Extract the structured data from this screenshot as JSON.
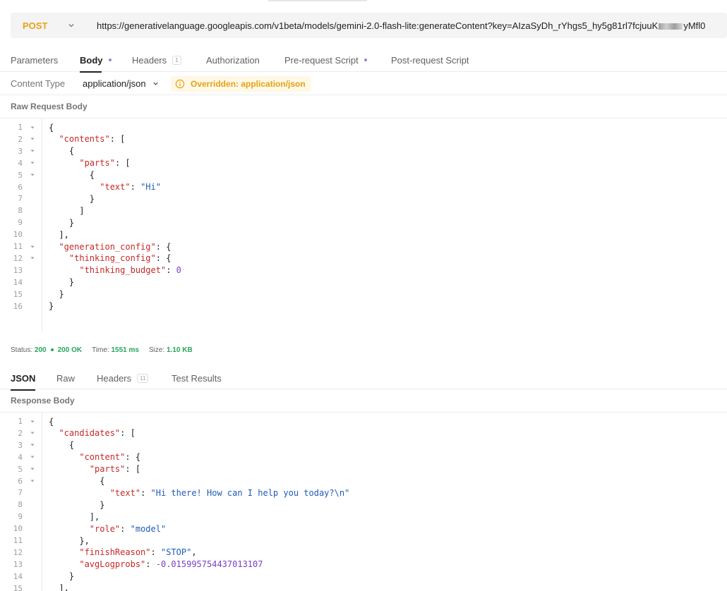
{
  "request": {
    "method": "POST",
    "url_prefix": "https://generativelanguage.googleapis.com/v1beta/models/gemini-2.0-flash-lite:generateContent?key=AIzaSyDh_rYhgs5_hy5g81rl7fcjuuK",
    "url_suffix": "yMfl0",
    "tabs": [
      {
        "label": "Parameters"
      },
      {
        "label": "Body"
      },
      {
        "label": "Headers",
        "count": "1"
      },
      {
        "label": "Authorization"
      },
      {
        "label": "Pre-request Script"
      },
      {
        "label": "Post-request Script"
      }
    ],
    "content_type_label": "Content Type",
    "content_type_value": "application/json",
    "override_text": "Overridden: application/json",
    "body_label": "Raw Request Body",
    "body_lines": [
      "{",
      "  \"contents\": [",
      "    {",
      "      \"parts\": [",
      "        {",
      "          \"text\": \"Hi\"",
      "        }",
      "      ]",
      "    }",
      "  ],",
      "  \"generation_config\": {",
      "    \"thinking_config\": {",
      "      \"thinking_budget\": 0",
      "    }",
      "  }",
      "}"
    ],
    "fold_lines": [
      1,
      2,
      3,
      4,
      5,
      11,
      12
    ]
  },
  "response": {
    "status_label": "Status:",
    "status_code": "200",
    "status_text": "200 OK",
    "time_label": "Time:",
    "time_value": "1551 ms",
    "size_label": "Size:",
    "size_value": "1.10 KB",
    "tabs": [
      {
        "label": "JSON"
      },
      {
        "label": "Raw"
      },
      {
        "label": "Headers",
        "count": "11"
      },
      {
        "label": "Test Results"
      }
    ],
    "body_label": "Response Body",
    "body_lines": [
      "{",
      "  \"candidates\": [",
      "    {",
      "      \"content\": {",
      "        \"parts\": [",
      "          {",
      "            \"text\": \"Hi there! How can I help you today?\\n\"",
      "          }",
      "        ],",
      "        \"role\": \"model\"",
      "      },",
      "      \"finishReason\": \"STOP\",",
      "      \"avgLogprobs\": -0.015995754437013107",
      "    }",
      "  ],"
    ],
    "fold_lines": [
      1,
      2,
      3,
      4,
      5,
      6
    ]
  },
  "colors": {
    "method": "#e8a317",
    "key": "#c62828",
    "string": "#1e5bb8",
    "number": "#7c3ec2",
    "status_ok": "#26a65b",
    "tab_dot": "#8a86e6"
  },
  "icons": {
    "method_dropdown": "chevron-down-icon",
    "content_type_dropdown": "chevron-down-icon",
    "override_info": "info-circle-icon",
    "fold": "fold-triangle-icon"
  }
}
